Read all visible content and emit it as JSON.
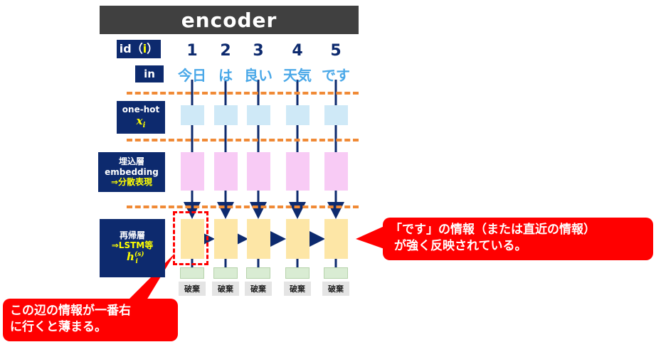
{
  "title": "encoder",
  "row_labels": {
    "id_prefix": "id（",
    "id_var": "i",
    "id_suffix": "）",
    "in": "in",
    "onehot_line1": "one-hot",
    "onehot_var": "x",
    "onehot_sub": "i",
    "embed_line1": "埋込層",
    "embed_line2": "embedding",
    "embed_line3": "⇒分散表現",
    "rnn_line1": "再帰層",
    "rnn_line2": "⇒LSTM等",
    "rnn_var": "h",
    "rnn_sup": "(s)",
    "rnn_sub": "i"
  },
  "columns": [
    {
      "id": "1",
      "word": "今日",
      "discard": "破棄"
    },
    {
      "id": "2",
      "word": "は",
      "discard": "破棄"
    },
    {
      "id": "3",
      "word": "良い",
      "discard": "破棄"
    },
    {
      "id": "4",
      "word": "天気",
      "discard": "破棄"
    },
    {
      "id": "5",
      "word": "です",
      "discard": "破棄"
    }
  ],
  "callouts": {
    "right_line1": "「です」の情報（または直近の情報）",
    "right_line2": "が強く反映されている。",
    "left_line1": "この辺の情報が一番右",
    "left_line2": "に行くと薄まる。"
  },
  "colors": {
    "label_bg": "#0d2a6e",
    "title_bg": "#404040",
    "word_blue": "#4aa8e8",
    "dash_orange": "#f08a36",
    "onehot": "#cfe9f7",
    "embedding": "#f8cbf5",
    "lstm": "#fde6a6",
    "callout_red": "#ff0000"
  }
}
